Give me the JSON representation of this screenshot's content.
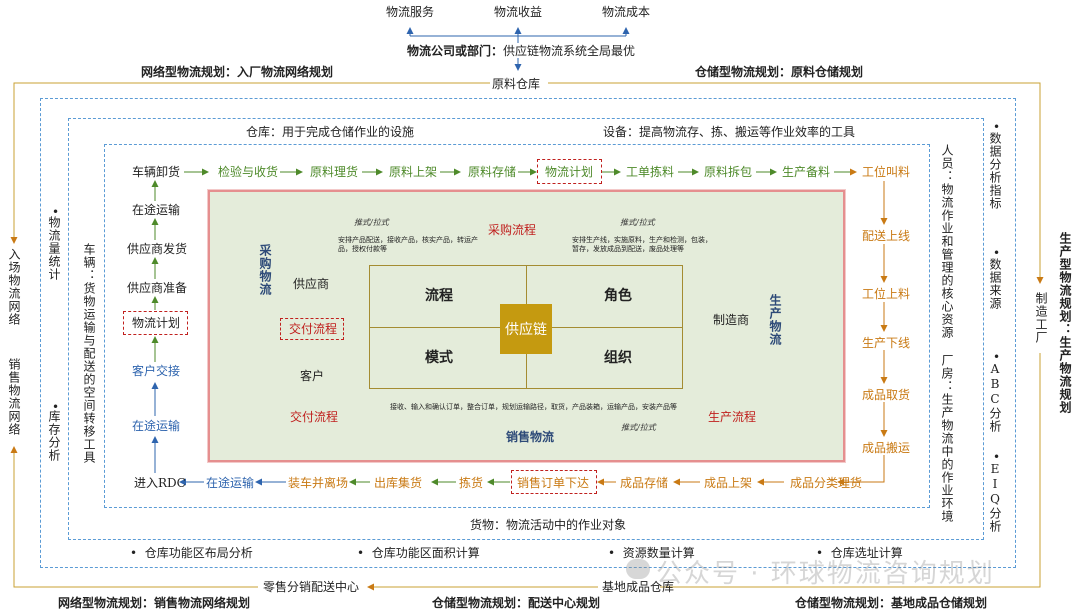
{
  "top": {
    "service": "物流服务",
    "revenue": "物流收益",
    "cost": "物流成本",
    "dept_label": "物流公司或部门：",
    "dept_text": "供应链物流系统全局最优",
    "raw_warehouse": "原料仓库",
    "left_plan": "网络型物流规划：入厂物流网络规划",
    "right_plan": "储型物流规划：原料仓储规划",
    "right_plan_prefix": "仓"
  },
  "bottom": {
    "retail_center": "零售分销配送中心",
    "base_warehouse": "基地成品仓库",
    "plan_left": "网络型物流规划：销售物流网络规划",
    "plan_mid": "仓储型物流规划：配送中心规划",
    "plan_right": "仓储型物流规划：基地成品仓储规划",
    "analysis": [
      "仓库功能区布局分析",
      "仓库功能区面积计算",
      "资源数量计算",
      "仓库选址计算"
    ],
    "goods": "货物：物流活动中的作业对象"
  },
  "left_side": {
    "inbound": "入场物流网络",
    "sales": "销售物流网络",
    "stat": "物流量统计",
    "inventory": "库存分析",
    "vehicle": "车辆：货物运输与配送的空间转移工具"
  },
  "right_side": {
    "production_plan": "生产型物流规划：生产物流规划",
    "factory": "制造工厂",
    "people": "人员：物流作业和管理的核心资源",
    "plant": "厂房：生产物流中的作业环境",
    "data_index": "数据分析指标",
    "data_source": "数据来源",
    "abc": "ABC分析",
    "eiq": "EIQ分析"
  },
  "headers": {
    "warehouse": "仓库：用于完成仓储作业的设施",
    "equipment": "设备：提高物流存、拣、搬运等作业效率的工具"
  },
  "top_row": [
    "车辆卸货",
    "检验与收货",
    "原料理货",
    "原料上架",
    "原料存储",
    "物流计划",
    "工单拣料",
    "原料拆包",
    "生产备料",
    "工位叫料"
  ],
  "right_col": [
    "配送上线",
    "工位上料",
    "生产下线",
    "成品取货",
    "成品搬运"
  ],
  "bottom_row": [
    "进入RDC",
    "在途运输",
    "装车并离场",
    "出库集货",
    "拣货",
    "销售订单下达",
    "成品存储",
    "成品上架",
    "成品分类理货"
  ],
  "left_col": [
    "在途运输",
    "客户交接",
    "物流计划",
    "供应商准备",
    "供应商发货",
    "在途运输"
  ],
  "inner": {
    "purchase_flow": "采购流程",
    "produce_flow": "生产流程",
    "deliver_flow_left": "交付流程",
    "deliver_flow_inner": "交付流程",
    "supplier": "供应商",
    "customer": "客户",
    "manufacturer": "制造商",
    "purchase_logistics": "采购物流",
    "production_logistics": "生产物流",
    "sales_logistics": "销售物流",
    "grid": [
      "流程",
      "角色",
      "模式",
      "组织"
    ],
    "core": "供应链",
    "rule": "推式/拉式",
    "note_top_left": "安排产品配送，接收产品，核实产品，转运产品，授权付款等",
    "note_top_right": "安排生产线，实施原料，生产和检测，包装，暂存，发放成品到配送，废品处理等",
    "note_bottom": "接收、输入和确认订单，整合订单，规划运输路径，取货，产品装箱，运输产品，安装产品等"
  },
  "watermark": "公众号 · 环球物流咨询规划",
  "colors": {
    "green": "#4e8a2a",
    "orange": "#c97a14",
    "blue": "#2e64ae",
    "red": "#c0201e",
    "gold": "#c59a10",
    "panel": "#e4ecda"
  }
}
